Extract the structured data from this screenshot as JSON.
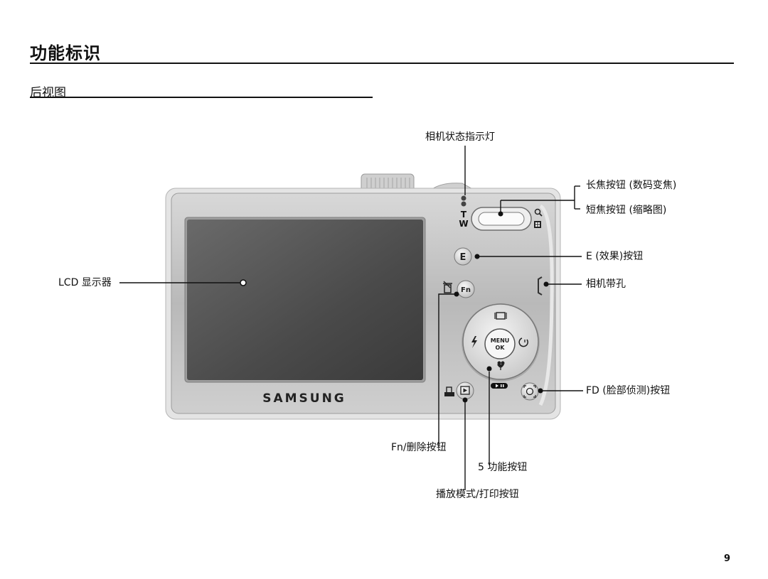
{
  "page": {
    "title": "功能标识",
    "subtitle": "后视图",
    "page_number": "9"
  },
  "camera": {
    "brand_logo": "SAMSUNG",
    "zoom_t": "T",
    "zoom_w": "W",
    "e_button": "E",
    "fn_button": "Fn",
    "menu_ok_line1": "MENU",
    "menu_ok_line2": "OK"
  },
  "callouts": {
    "status_lamp": "相机状态指示灯",
    "tele_button": "长焦按钮 (数码变焦)",
    "wide_button": "短焦按钮 (缩略图)",
    "e_button": "E (效果)按钮",
    "strap_eyelet": "相机带孔",
    "lcd": "LCD 显示器",
    "fd_button": "FD (脸部侦测)按钮",
    "fn_delete": "Fn/删除按钮",
    "five_function": "5 功能按钮",
    "play_print": "播放模式/打印按钮"
  },
  "icons": {
    "search": "magnifier-icon",
    "thumbnail": "thumbnail-grid-icon",
    "trash": "trash-icon",
    "flash": "flash-icon",
    "timer": "self-timer-icon",
    "macro": "macro-flower-icon",
    "display": "display-frame-icon",
    "printer": "printer-icon",
    "play": "play-icon",
    "play_pause": "play-pause-icon",
    "face_detect": "face-detect-icon"
  }
}
